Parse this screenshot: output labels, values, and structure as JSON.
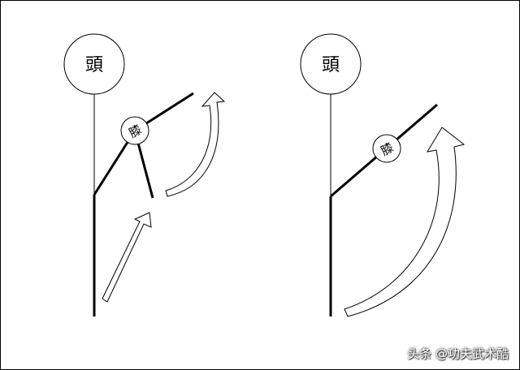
{
  "left_figure": {
    "head_label": "頭",
    "knee_label": "膝"
  },
  "right_figure": {
    "head_label": "頭",
    "knee_label": "膝"
  },
  "watermark": "头条 @功夫武术酷"
}
